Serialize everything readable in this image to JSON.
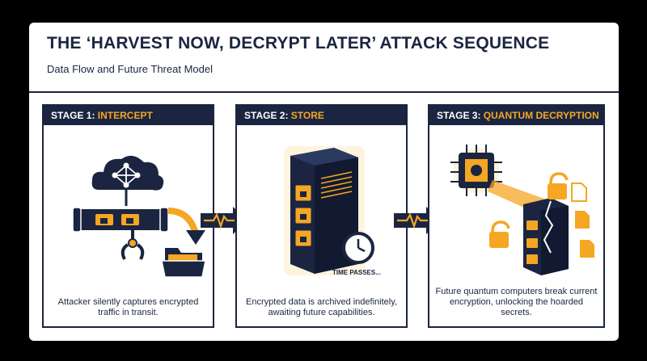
{
  "header": {
    "title": "THE ‘HARVEST NOW, DECRYPT LATER’ ATTACK SEQUENCE",
    "subtitle": "Data Flow and Future Threat Model"
  },
  "stages": [
    {
      "prefix": "STAGE 1: ",
      "name": "INTERCEPT",
      "description": "Attacker silently captures encrypted traffic in transit."
    },
    {
      "prefix": "STAGE 2: ",
      "name": "STORE",
      "description": "Encrypted data is archived indefinitely, awaiting future capabilities."
    },
    {
      "prefix": "STAGE 3: ",
      "name": "QUANTUM DECRYPTION",
      "description": "Future quantum computers break current encryption, unlocking the hoarded secrets."
    }
  ],
  "time_label": "TIME PASSES...",
  "colors": {
    "navy": "#1b2541",
    "orange": "#f5a623",
    "white": "#ffffff"
  },
  "icons": [
    "cloud-network-icon",
    "pipe-icon",
    "grabber-claw-icon",
    "folder-icon",
    "server-icon",
    "padlock-icon",
    "clock-icon",
    "quantum-chip-icon",
    "broken-server-icon",
    "unlocked-padlock-icon",
    "document-icon",
    "pulse-arrow-icon"
  ]
}
